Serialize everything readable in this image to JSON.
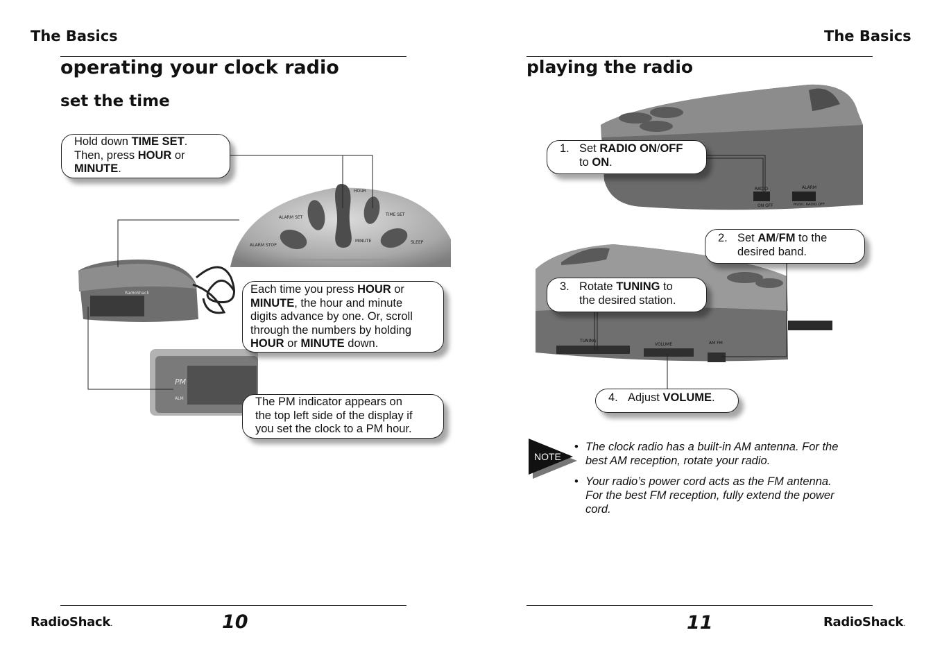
{
  "left_page": {
    "section": "The Basics",
    "title": "operating your clock radio",
    "subtitle": "set the time",
    "callout_1": {
      "t1": "Hold down ",
      "b1": "TIME SET",
      "t2": ".",
      "t3": "Then, press ",
      "b2": "HOUR",
      "t4": " or",
      "b3": "MINUTE",
      "t5": "."
    },
    "callout_2": {
      "t1": "Each time you press ",
      "b1": "HOUR",
      "t2": " or",
      "b2": "MINUTE",
      "t3": ", the hour and minute",
      "t4": "digits advance by one. Or, scroll",
      "t5": "through the numbers by holding",
      "b3": "HOUR",
      "t6": " or ",
      "b4": "MINUTE",
      "t7": " down."
    },
    "callout_3": {
      "l1": "The PM indicator appears on",
      "l2": "the top left side of the display if",
      "l3": "you set the clock to a PM hour."
    },
    "photo_labels": {
      "hour": "HOUR",
      "alarm_set": "ALARM SET",
      "time_set": "TIME SET",
      "minute": "MINUTE",
      "alarm_stop": "ALARM STOP",
      "sleep": "SLEEP",
      "pm": "PM",
      "alm": "ALM",
      "radio_brand": "RadioShack"
    },
    "brand": "RadioShack",
    "brand_dot": ".",
    "page_number": "10"
  },
  "right_page": {
    "section": "The Basics",
    "title": "playing the radio",
    "step_1": {
      "n": "1.",
      "t1": "Set ",
      "b1": "RADIO ON",
      "t2": "/",
      "b2": "OFF",
      "t3": "to ",
      "b3": "ON",
      "t4": "."
    },
    "step_2": {
      "n": "2.",
      "t1": "Set ",
      "b1": "AM",
      "t2": "/",
      "b2": "FM",
      "t3": " to the",
      "t4": "desired band."
    },
    "step_3": {
      "n": "3.",
      "t1": "Rotate ",
      "b1": "TUNING",
      "t2": " to",
      "t3": "the desired station."
    },
    "step_4": {
      "n": "4.",
      "t1": "Adjust ",
      "b1": "VOLUME",
      "t2": "."
    },
    "photo_labels": {
      "radio": "RADIO",
      "on_off": "ON   OFF",
      "alarm": "ALARM",
      "alarm_modes": "MUSIC  RADIO  OFF",
      "tuning": "TUNING",
      "volume": "VOLUME",
      "am_fm": "AM   FM"
    },
    "note_label": "NOTE",
    "notes": [
      {
        "l1": "The clock radio has a built-in AM antenna. For the",
        "l2": "best AM reception, rotate your radio."
      },
      {
        "l1": "Your radio’s power cord acts as the FM antenna.",
        "l2": "For the best FM reception, fully extend the power",
        "l3": "cord."
      }
    ],
    "bullet": "•",
    "brand": "RadioShack",
    "brand_dot": ".",
    "page_number": "11"
  },
  "colors": {
    "rule": "#222222",
    "photo_dark": "#5a5a5a",
    "photo_light": "#cfcfcf"
  }
}
